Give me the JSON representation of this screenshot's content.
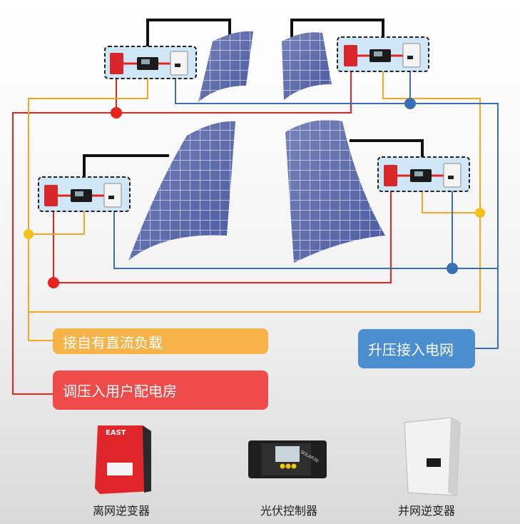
{
  "labels": {
    "dc_load": "接自有直流负载",
    "user_power_room": "调压入用户配电房",
    "grid_boost": "升压接入电网"
  },
  "products": {
    "offgrid_inverter": "离网逆变器",
    "pv_controller": "光伏控制器",
    "grid_inverter": "并网逆变器"
  },
  "brand_text": {
    "inverter_brand": "EAST",
    "controller_brand": "SOLAR30"
  },
  "colors": {
    "red_line": "#e8231e",
    "orange_line": "#f5a623",
    "blue_line": "#3a6fb5",
    "panel_blue": "#3c4a8f",
    "unit_bg": "#cfe6f7"
  }
}
